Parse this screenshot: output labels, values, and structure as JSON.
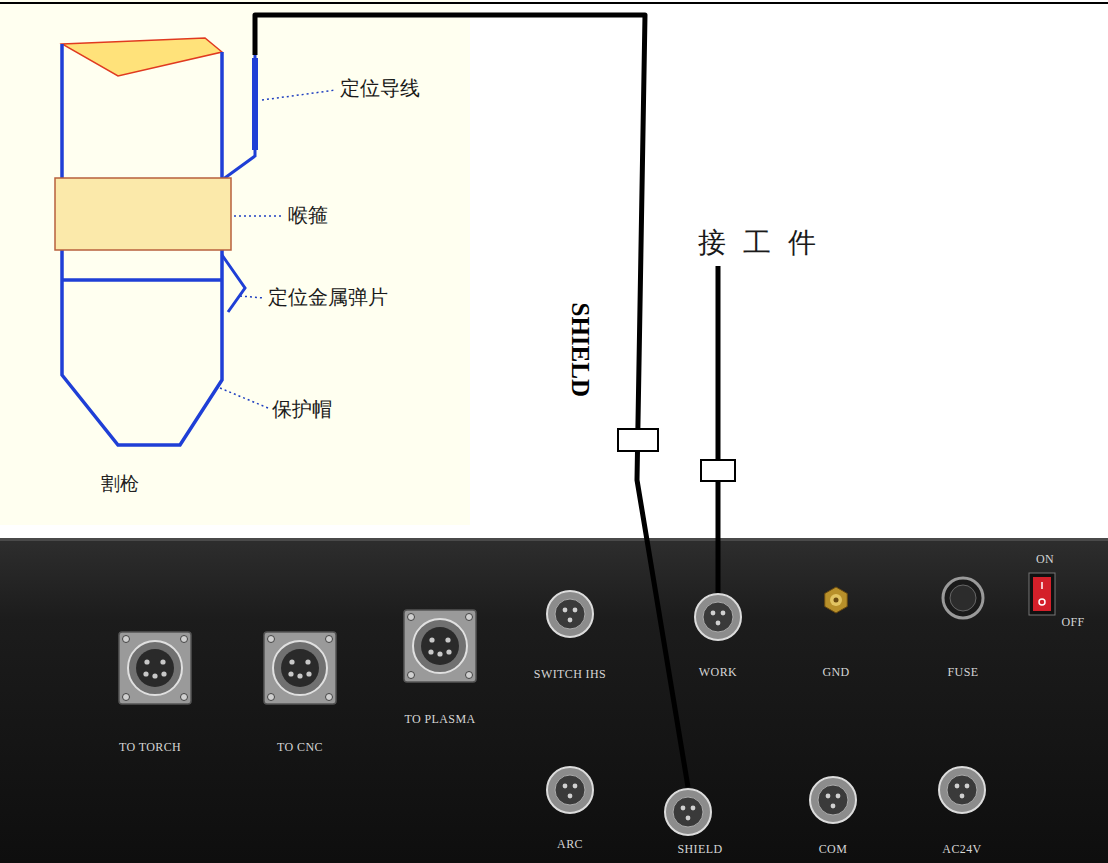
{
  "diagram": {
    "nodes": [
      {
        "text": [
          "割枪"
        ]
      },
      {
        "text": [
          "TO TORCH"
        ]
      },
      {
        "text": [
          "TO CNC"
        ]
      },
      {
        "text": [
          "TO PLASMA"
        ]
      },
      {
        "text": [
          "SWITCH IHS"
        ]
      },
      {
        "text": [
          "WORK"
        ]
      },
      {
        "text": [
          "GND"
        ]
      },
      {
        "text": [
          "FUSE"
        ]
      },
      {
        "text": [
          "ON",
          "OFF"
        ]
      },
      {
        "text": [
          "ARC"
        ]
      },
      {
        "text": [
          "SHIELD"
        ]
      },
      {
        "text": [
          "COM"
        ]
      },
      {
        "text": [
          "AC24V"
        ]
      }
    ],
    "edges": [
      {
        "from": 0,
        "to": 10,
        "arrow": "none",
        "label": "SHIELD"
      }
    ],
    "labels": [
      "定位导线",
      "喉箍",
      "定位金属弹片",
      "保护帽",
      "接 工 件"
    ]
  }
}
